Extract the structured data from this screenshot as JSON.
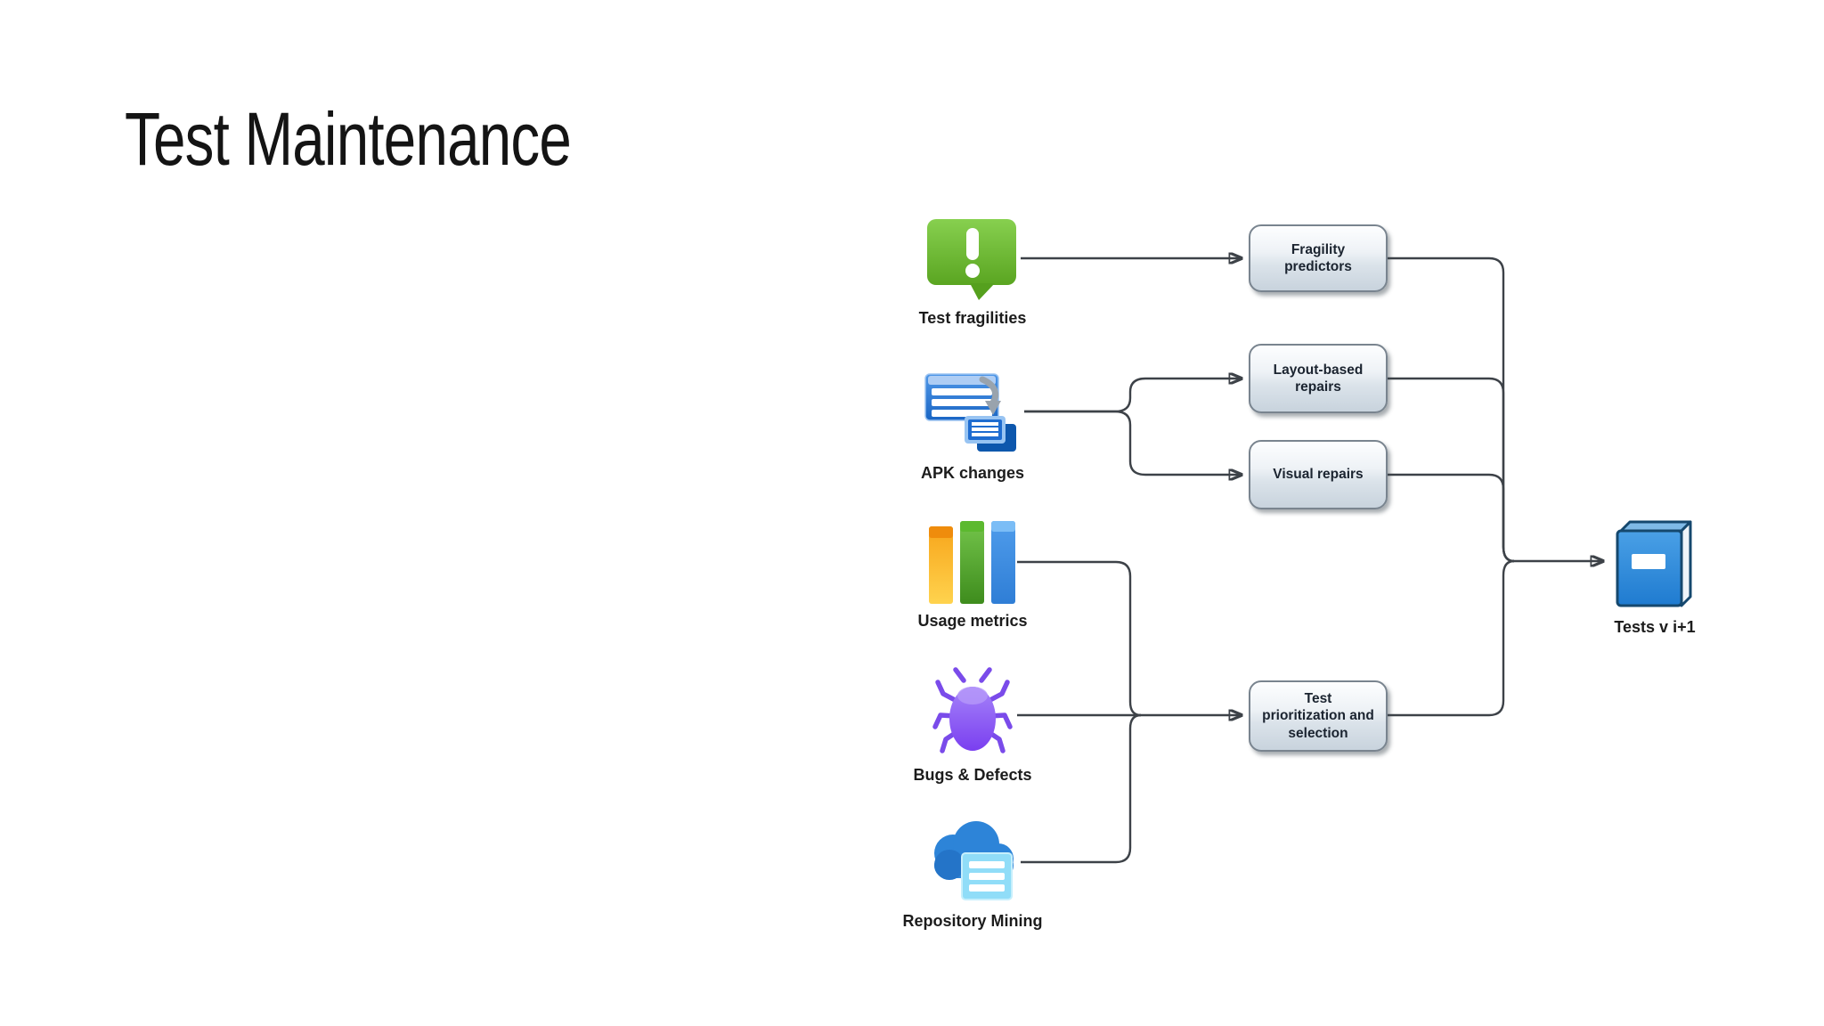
{
  "slide": {
    "title": "Test Maintenance"
  },
  "diagram": {
    "sources": [
      {
        "id": "test-fragilities",
        "label": "Test fragilities",
        "icon": "alert-comment-icon"
      },
      {
        "id": "apk-changes",
        "label": "APK changes",
        "icon": "changed-views-icon"
      },
      {
        "id": "usage-metrics",
        "label": "Usage metrics",
        "icon": "bar-chart-icon"
      },
      {
        "id": "bugs-defects",
        "label": "Bugs & Defects",
        "icon": "bug-icon"
      },
      {
        "id": "repository-mining",
        "label": "Repository Mining",
        "icon": "cloud-document-icon"
      }
    ],
    "processes": [
      {
        "id": "fragility-predictors",
        "label": "Fragility\npredictors"
      },
      {
        "id": "layout-based-repairs",
        "label": "Layout-based\nrepairs"
      },
      {
        "id": "visual-repairs",
        "label": "Visual repairs"
      },
      {
        "id": "test-prioritization",
        "label": "Test\nprioritization and\nselection"
      }
    ],
    "output": {
      "id": "tests-next-version",
      "label": "Tests v i+1",
      "icon": "book-icon"
    },
    "edges": [
      {
        "from": "test-fragilities",
        "to": "fragility-predictors"
      },
      {
        "from": "apk-changes",
        "to": "layout-based-repairs"
      },
      {
        "from": "apk-changes",
        "to": "visual-repairs"
      },
      {
        "from": "usage-metrics",
        "to": "test-prioritization"
      },
      {
        "from": "bugs-defects",
        "to": "test-prioritization"
      },
      {
        "from": "repository-mining",
        "to": "test-prioritization"
      },
      {
        "from": "fragility-predictors",
        "to": "tests-next-version"
      },
      {
        "from": "layout-based-repairs",
        "to": "tests-next-version"
      },
      {
        "from": "visual-repairs",
        "to": "tests-next-version"
      },
      {
        "from": "test-prioritization",
        "to": "tests-next-version"
      }
    ],
    "colors": {
      "connector": "#3d4248",
      "box_border": "#79848f",
      "box_fill_top": "#fdfeff",
      "box_fill_bottom": "#c8d3dd",
      "box_text": "#1b2430",
      "bubble_green": "#6cbd34",
      "panel_blue": "#2e7ad6",
      "bar_orange": "#f7a51b",
      "bar_green": "#5cb92f",
      "bar_blue": "#3c8fe0",
      "bug_purple": "#8a5cf2",
      "cloud_blue": "#2d84d8",
      "doc_cyan": "#90ddf8",
      "book_blue": "#2f8fdd",
      "title_color": "#141414",
      "label_color": "#1c1c1c"
    }
  }
}
